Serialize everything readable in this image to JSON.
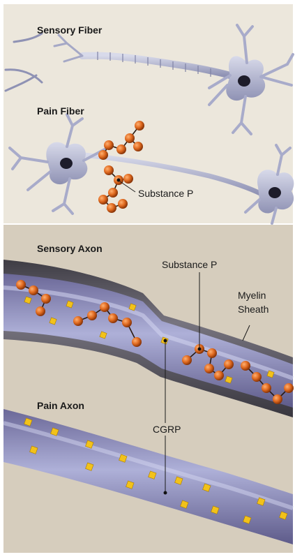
{
  "panel_top": {
    "label_sensory_fiber": "Sensory Fiber",
    "label_pain_fiber": "Pain Fiber",
    "label_substance_p": "Substance P"
  },
  "panel_bottom": {
    "label_sensory_axon": "Sensory Axon",
    "label_substance_p": "Substance P",
    "label_myelin_line1": "Myelin",
    "label_myelin_line2": "Sheath",
    "label_pain_axon": "Pain Axon",
    "label_cgrp": "CGRP"
  },
  "colors": {
    "background_top": "#ece7dc",
    "background_bottom": "#d6cdbd",
    "neuron": "#b6b8d0",
    "myelin": "#595660",
    "axon": "#8b88b8",
    "substance_p": "#e06a20",
    "cgrp": "#f2c21a"
  }
}
